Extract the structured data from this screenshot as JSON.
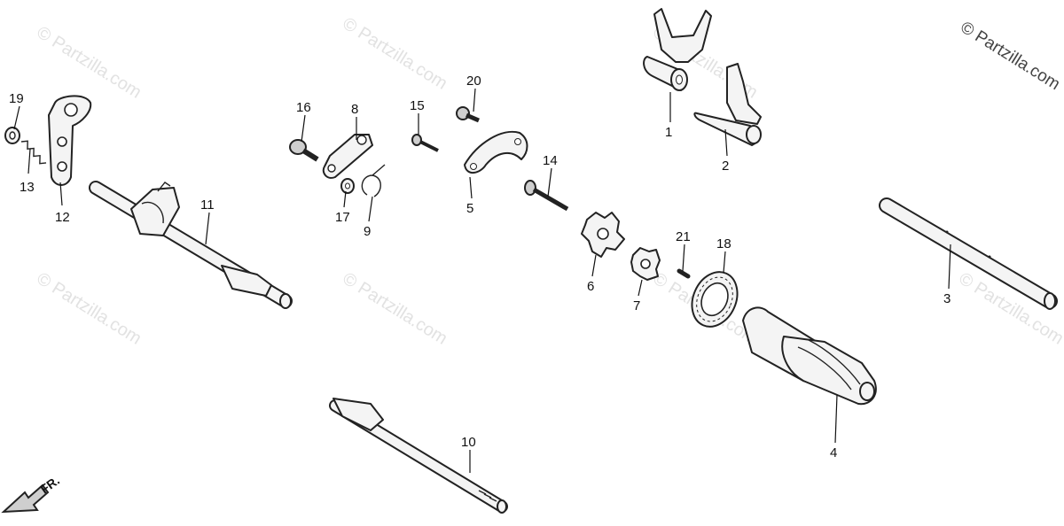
{
  "watermark": {
    "text": "© Partzilla.com",
    "corner_text": "© Partzilla.com"
  },
  "direction_marker": {
    "label": "FR."
  },
  "callouts": {
    "c1": "1",
    "c2": "2",
    "c3": "3",
    "c4": "4",
    "c5": "5",
    "c6": "6",
    "c7": "7",
    "c8": "8",
    "c9": "9",
    "c10": "10",
    "c11": "11",
    "c12": "12",
    "c13": "13",
    "c14": "14",
    "c15": "15",
    "c16": "16",
    "c17": "17",
    "c18": "18",
    "c19": "19",
    "c20": "20",
    "c21": "21"
  },
  "colors": {
    "line": "#222222",
    "watermark": "#e2e2e2",
    "background": "#ffffff"
  }
}
